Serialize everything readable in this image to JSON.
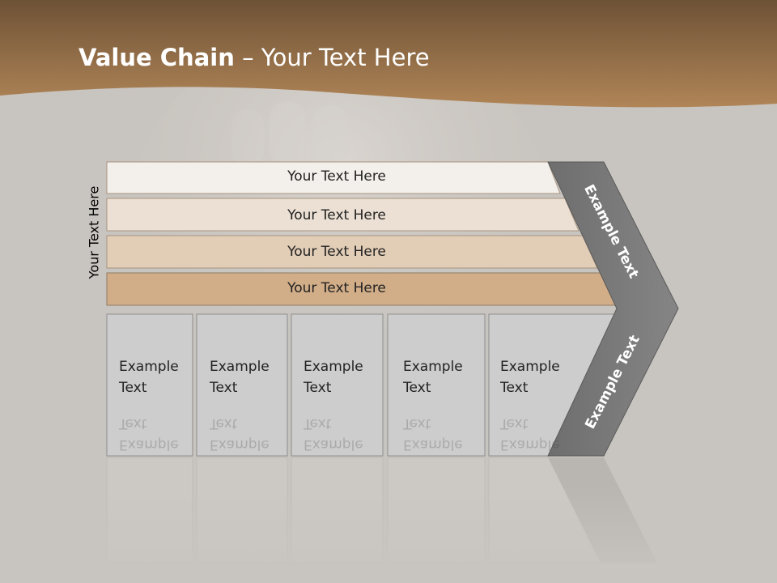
{
  "slide": {
    "title_bold": "Value Chain",
    "title_rest": " – Your Text Here",
    "side_label": "Your Text Here",
    "bands": [
      {
        "label": "Your Text Here",
        "color": "#f3efea"
      },
      {
        "label": "Your Text Here",
        "color": "#ebe0d3"
      },
      {
        "label": "Your Text Here",
        "color": "#e2cdb6"
      },
      {
        "label": "Your Text Here",
        "color": "#d1ad88"
      }
    ],
    "cells": [
      {
        "line1": "Example",
        "line2": "Text"
      },
      {
        "line1": "Example",
        "line2": "Text"
      },
      {
        "line1": "Example",
        "line2": "Text"
      },
      {
        "line1": "Example",
        "line2": "Text"
      },
      {
        "line1": "Example",
        "line2": "Text"
      }
    ],
    "chevron_top_label": "Example Text",
    "chevron_bottom_label": "Example Text",
    "colors": {
      "header_brown": "#8e6a45",
      "cell_gray": "#cdcdcd",
      "chevron_gray": "#777777"
    }
  }
}
